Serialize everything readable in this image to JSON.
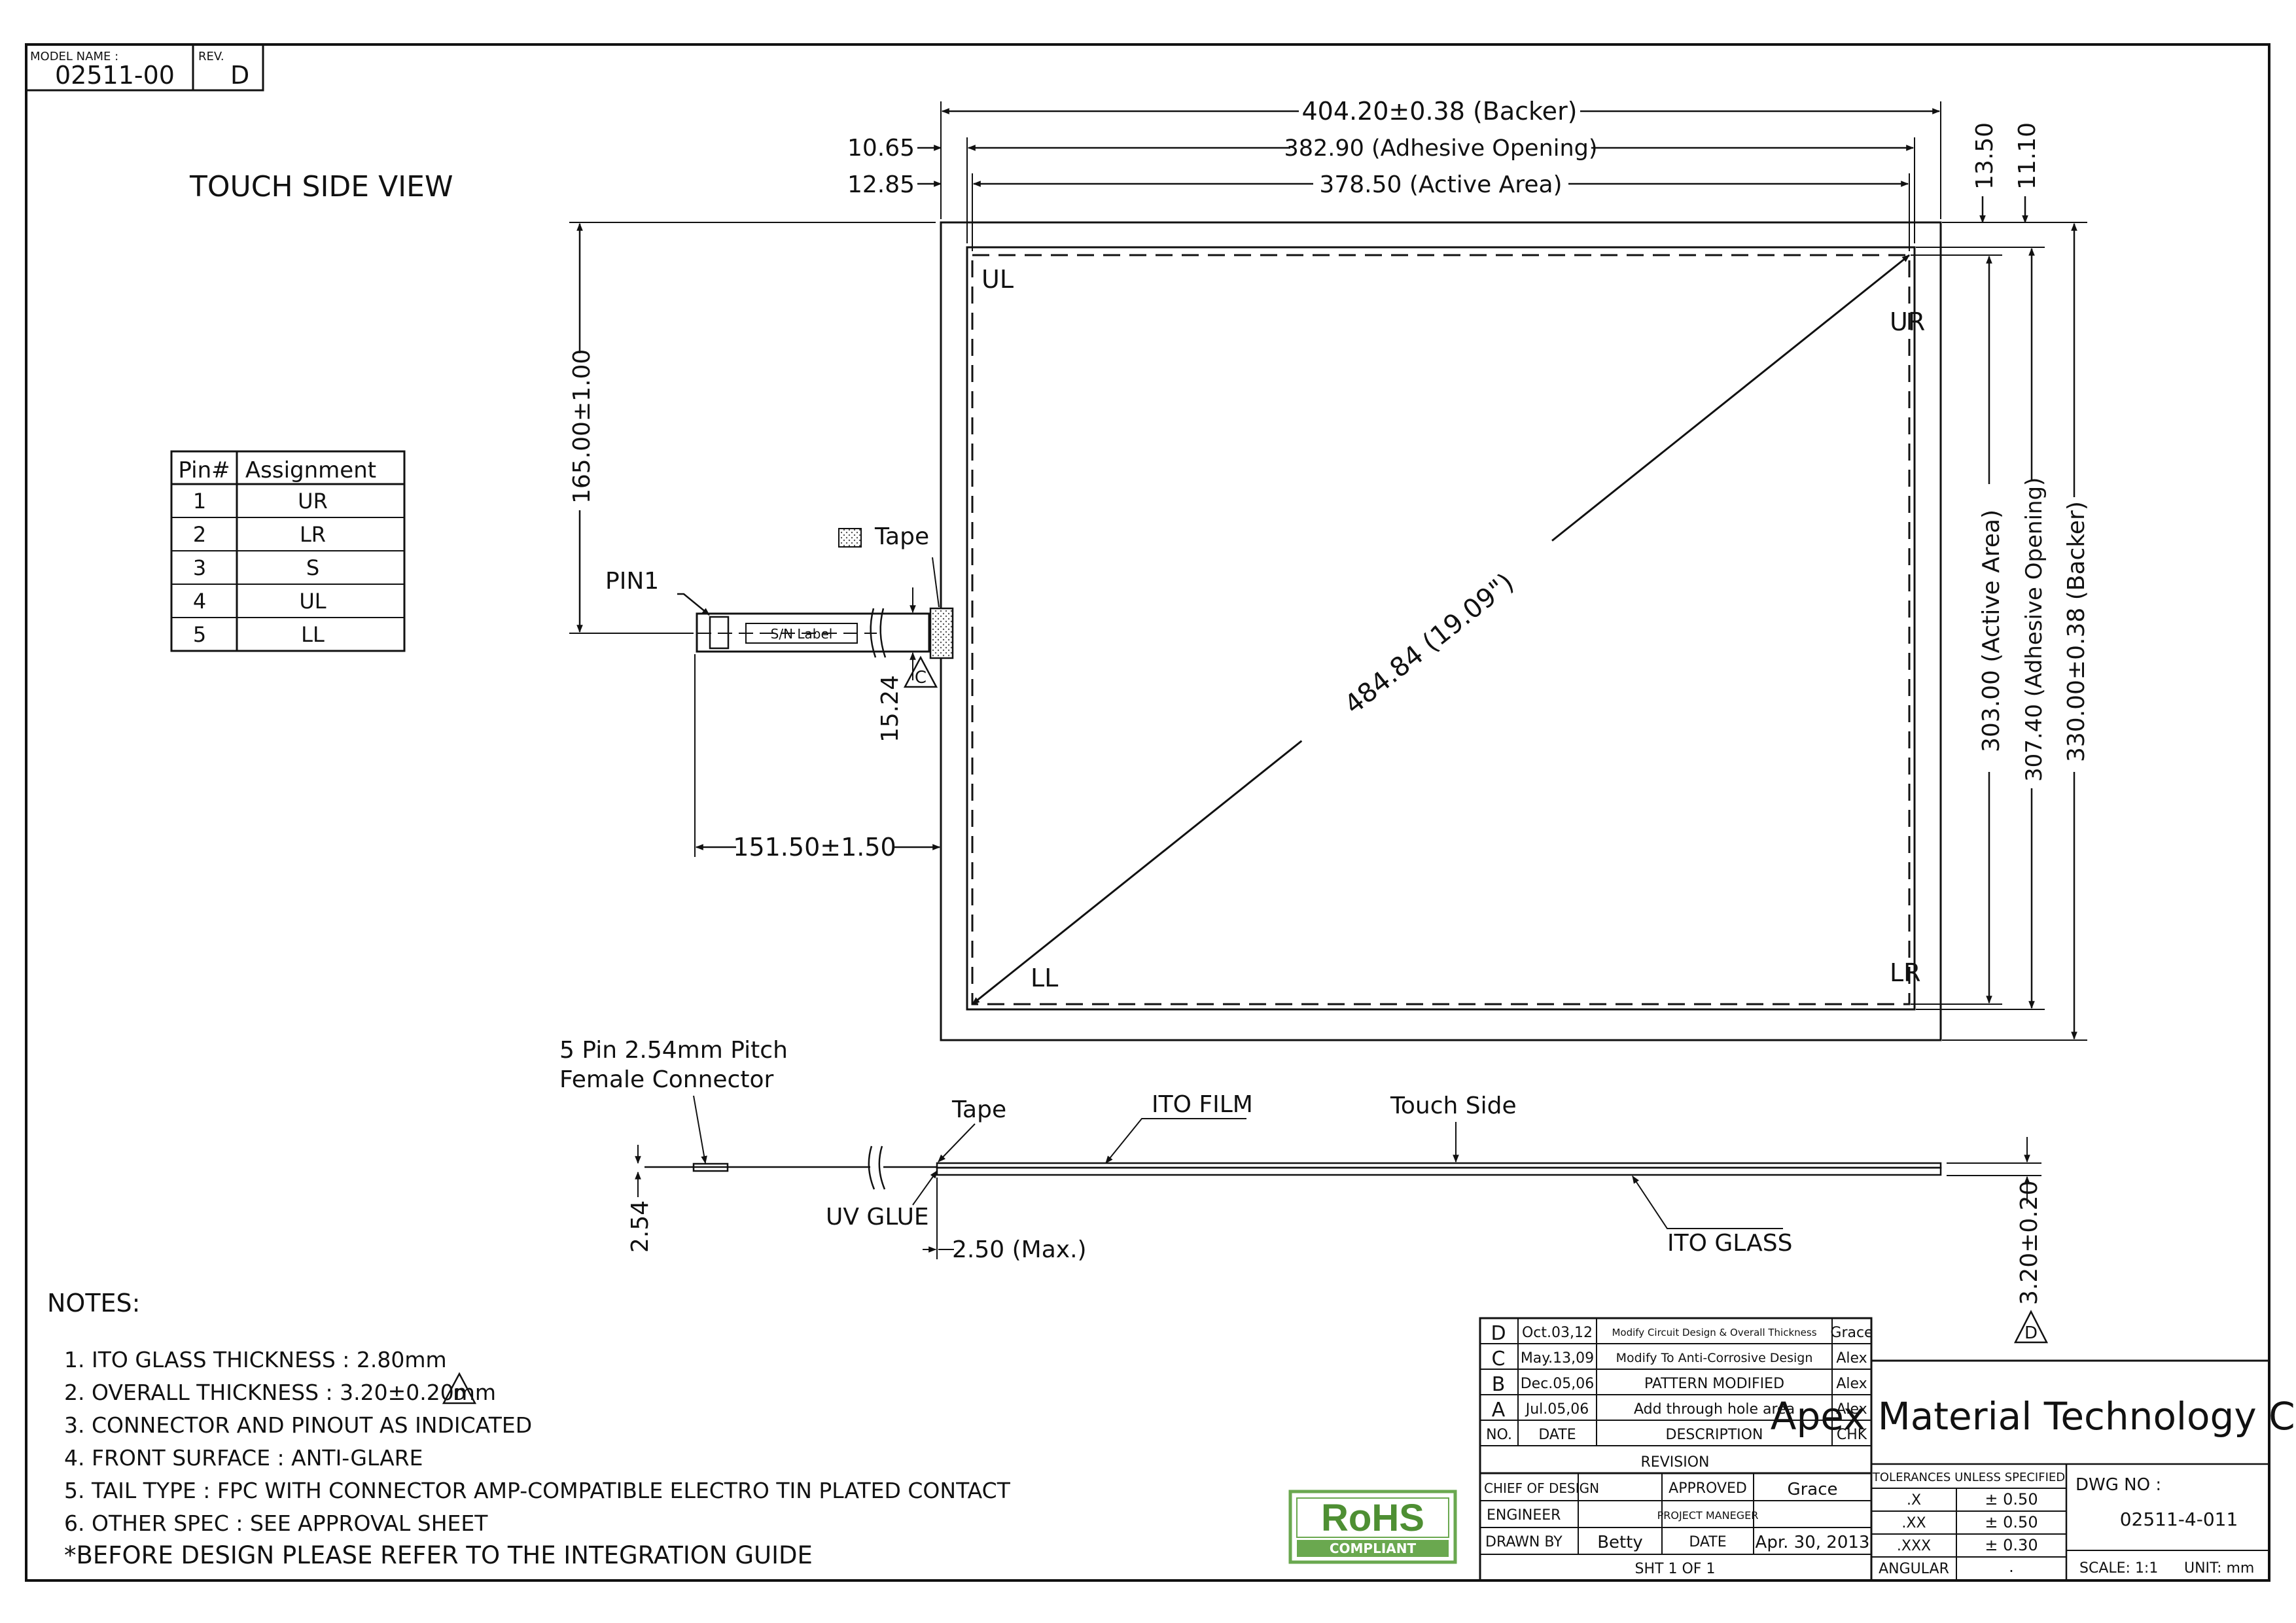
{
  "header": {
    "model_name_label": "MODEL NAME :",
    "model_name": "02511-00",
    "rev_label": "REV.",
    "rev": "D"
  },
  "view_title": "TOUCH SIDE VIEW",
  "pin_table": {
    "headers": [
      "Pin#",
      "Assignment"
    ],
    "rows": [
      [
        "1",
        "UR"
      ],
      [
        "2",
        "LR"
      ],
      [
        "3",
        "S"
      ],
      [
        "4",
        "UL"
      ],
      [
        "5",
        "LL"
      ]
    ]
  },
  "dimensions": {
    "backer_width": "404.20±0.38 (Backer)",
    "adhesive_width": "382.90 (Adhesive Opening)",
    "active_width": "378.50 (Active Area)",
    "offset_adhesive": "10.65",
    "offset_active": "12.85",
    "offset_right_1": "13.50",
    "offset_right_2": "11.10",
    "tail_height": "165.00±1.00",
    "tail_length": "151.50±1.50",
    "tail_width": "15.24",
    "diagonal": "484.84 (19.09\")",
    "active_height": "303.00 (Active Area)",
    "adhesive_height": "307.40 (Adhesive Opening)",
    "backer_height": "330.00±0.38 (Backer)",
    "connector_height": "2.54",
    "tail_thickness": "2.50 (Max.)",
    "overall_thickness": "3.20±0.20"
  },
  "corners": {
    "ul": "UL",
    "ur": "UR",
    "ll": "LL",
    "lr": "LR"
  },
  "callouts": {
    "pin1": "PIN1",
    "tape_legend": "Tape",
    "sn_label": "S/N Label",
    "rev_marker": "C",
    "rev_marker_d": "D",
    "connector_line1": "5 Pin 2.54mm Pitch",
    "connector_line2": "Female Connector",
    "tape": "Tape",
    "ito_film": "ITO FILM",
    "touch_side": "Touch Side",
    "uv_glue": "UV GLUE",
    "ito_glass": "ITO GLASS"
  },
  "notes": {
    "title": "NOTES:",
    "items": [
      "1. ITO GLASS THICKNESS : 2.80mm",
      "2. OVERALL THICKNESS : 3.20±0.20mm",
      "3. CONNECTOR AND PINOUT AS INDICATED",
      "4. FRONT SURFACE : ANTI-GLARE",
      "5. TAIL TYPE : FPC WITH CONNECTOR AMP-COMPATIBLE  ELECTRO TIN PLATED CONTACT",
      "6. OTHER SPEC : SEE APPROVAL SHEET",
      "*BEFORE DESIGN PLEASE REFER TO THE INTEGRATION GUIDE"
    ]
  },
  "rohs": {
    "main": "RoHS",
    "sub": "COMPLIANT"
  },
  "revisions": {
    "rows": [
      [
        "D",
        "Oct.03,12",
        "Modify Circuit Design & Overall Thickness",
        "Grace"
      ],
      [
        "C",
        "May.13,09",
        "Modify To Anti-Corrosive Design",
        "Alex"
      ],
      [
        "B",
        "Dec.05,06",
        "PATTERN MODIFIED",
        "Alex"
      ],
      [
        "A",
        "Jul.05,06",
        "Add through hole area",
        "Alex"
      ]
    ],
    "headers": [
      "NO.",
      "DATE",
      "DESCRIPTION",
      "CHK"
    ],
    "title": "REVISION"
  },
  "title_block": {
    "chief_of_design": "CHIEF OF DESIGN",
    "approved": "APPROVED",
    "approved_by": "Grace",
    "engineer": "ENGINEER",
    "project_manager": "PROJECT MANEGER",
    "drawn_by": "DRAWN BY",
    "drawn_by_name": "Betty",
    "date_label": "DATE",
    "date": "Apr. 30, 2013",
    "sheet": "SHT  1  OF  1",
    "company": "Apex Material Technology Corp.",
    "tolerances_title": "TOLERANCES UNLESS SPECIFIED",
    "tolerances": [
      [
        ".X",
        "± 0.50"
      ],
      [
        ".XX",
        "± 0.50"
      ],
      [
        ".XXX",
        "± 0.30"
      ],
      [
        "ANGULAR",
        "."
      ]
    ],
    "dwg_no_label": "DWG NO :",
    "dwg_no": "02511-4-011",
    "scale": "SCALE: 1:1",
    "unit": "UNIT: mm"
  }
}
